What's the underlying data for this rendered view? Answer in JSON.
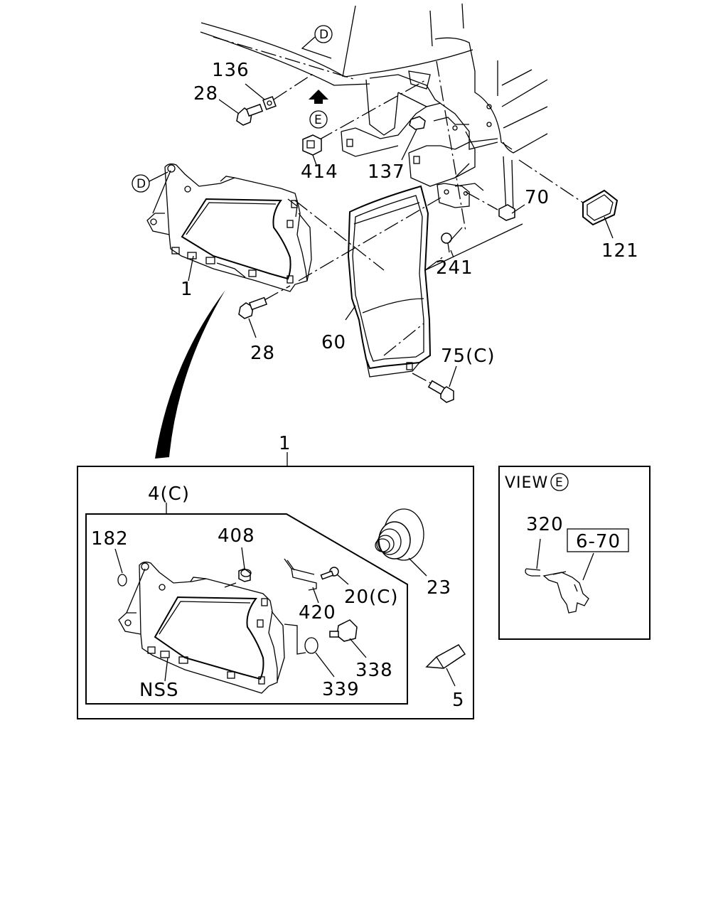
{
  "callouts": {
    "c136": "136",
    "c28a": "28",
    "c414": "414",
    "c137": "137",
    "c70": "70",
    "c121": "121",
    "c241": "241",
    "c1a": "1",
    "c28b": "28",
    "c60": "60",
    "c75c": "75(C)",
    "c1b": "1",
    "c4c": "4(C)",
    "c182": "182",
    "c408": "408",
    "c23": "23",
    "c20c": "20(C)",
    "c420": "420",
    "c338": "338",
    "c339": "339",
    "c5": "5",
    "cnss": "NSS",
    "c320": "320",
    "c670": "6-70"
  },
  "markers": {
    "d_top": "D",
    "d_left": "D",
    "e_top": "E",
    "e_view": "E"
  },
  "view_box": {
    "title": "VIEW"
  }
}
